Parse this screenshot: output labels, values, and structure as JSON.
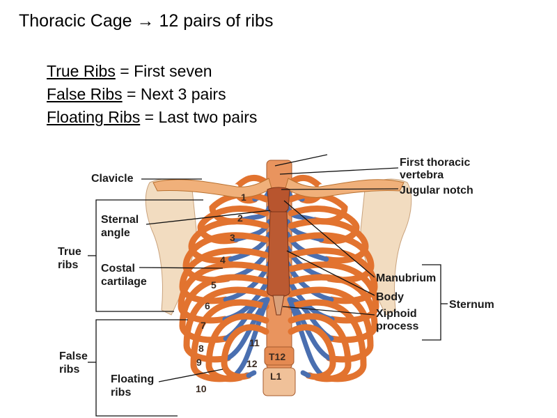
{
  "title": {
    "main": "Thoracic Cage",
    "arrow": "→",
    "rest": "12 pairs of ribs"
  },
  "definitions": [
    {
      "term": "True Ribs",
      "eq": " = ",
      "desc": "First seven"
    },
    {
      "term": "False Ribs",
      "eq": " = ",
      "desc": "Next 3 pairs"
    },
    {
      "term": "Floating Ribs",
      "eq": " = ",
      "desc": "Last two pairs"
    }
  ],
  "figure": {
    "labels": {
      "clavicle": "Clavicle",
      "first_thoracic_1": "First thoracic",
      "first_thoracic_2": "vertebra",
      "jugular_notch": "Jugular notch",
      "sternal_angle_1": "Sternal",
      "sternal_angle_2": "angle",
      "true_ribs_1": "True",
      "true_ribs_2": "ribs",
      "costal_1": "Costal",
      "costal_2": "cartilage",
      "manubrium": "Manubrium",
      "body": "Body",
      "xiphoid_1": "Xiphoid",
      "xiphoid_2": "process",
      "sternum": "Sternum",
      "false_ribs_1": "False",
      "false_ribs_2": "ribs",
      "floating_1": "Floating",
      "floating_2": "ribs",
      "t12": "T12",
      "l1": "L1"
    },
    "rib_numbers": [
      "1",
      "2",
      "3",
      "4",
      "5",
      "6",
      "7",
      "8",
      "9",
      "10",
      "11",
      "12"
    ],
    "colors": {
      "bone": "#e2732f",
      "bone_light": "#f3b98c",
      "cartilage": "#4a6fb0",
      "sternum": "#b8552e",
      "scapula": "#f2dcc0"
    }
  }
}
